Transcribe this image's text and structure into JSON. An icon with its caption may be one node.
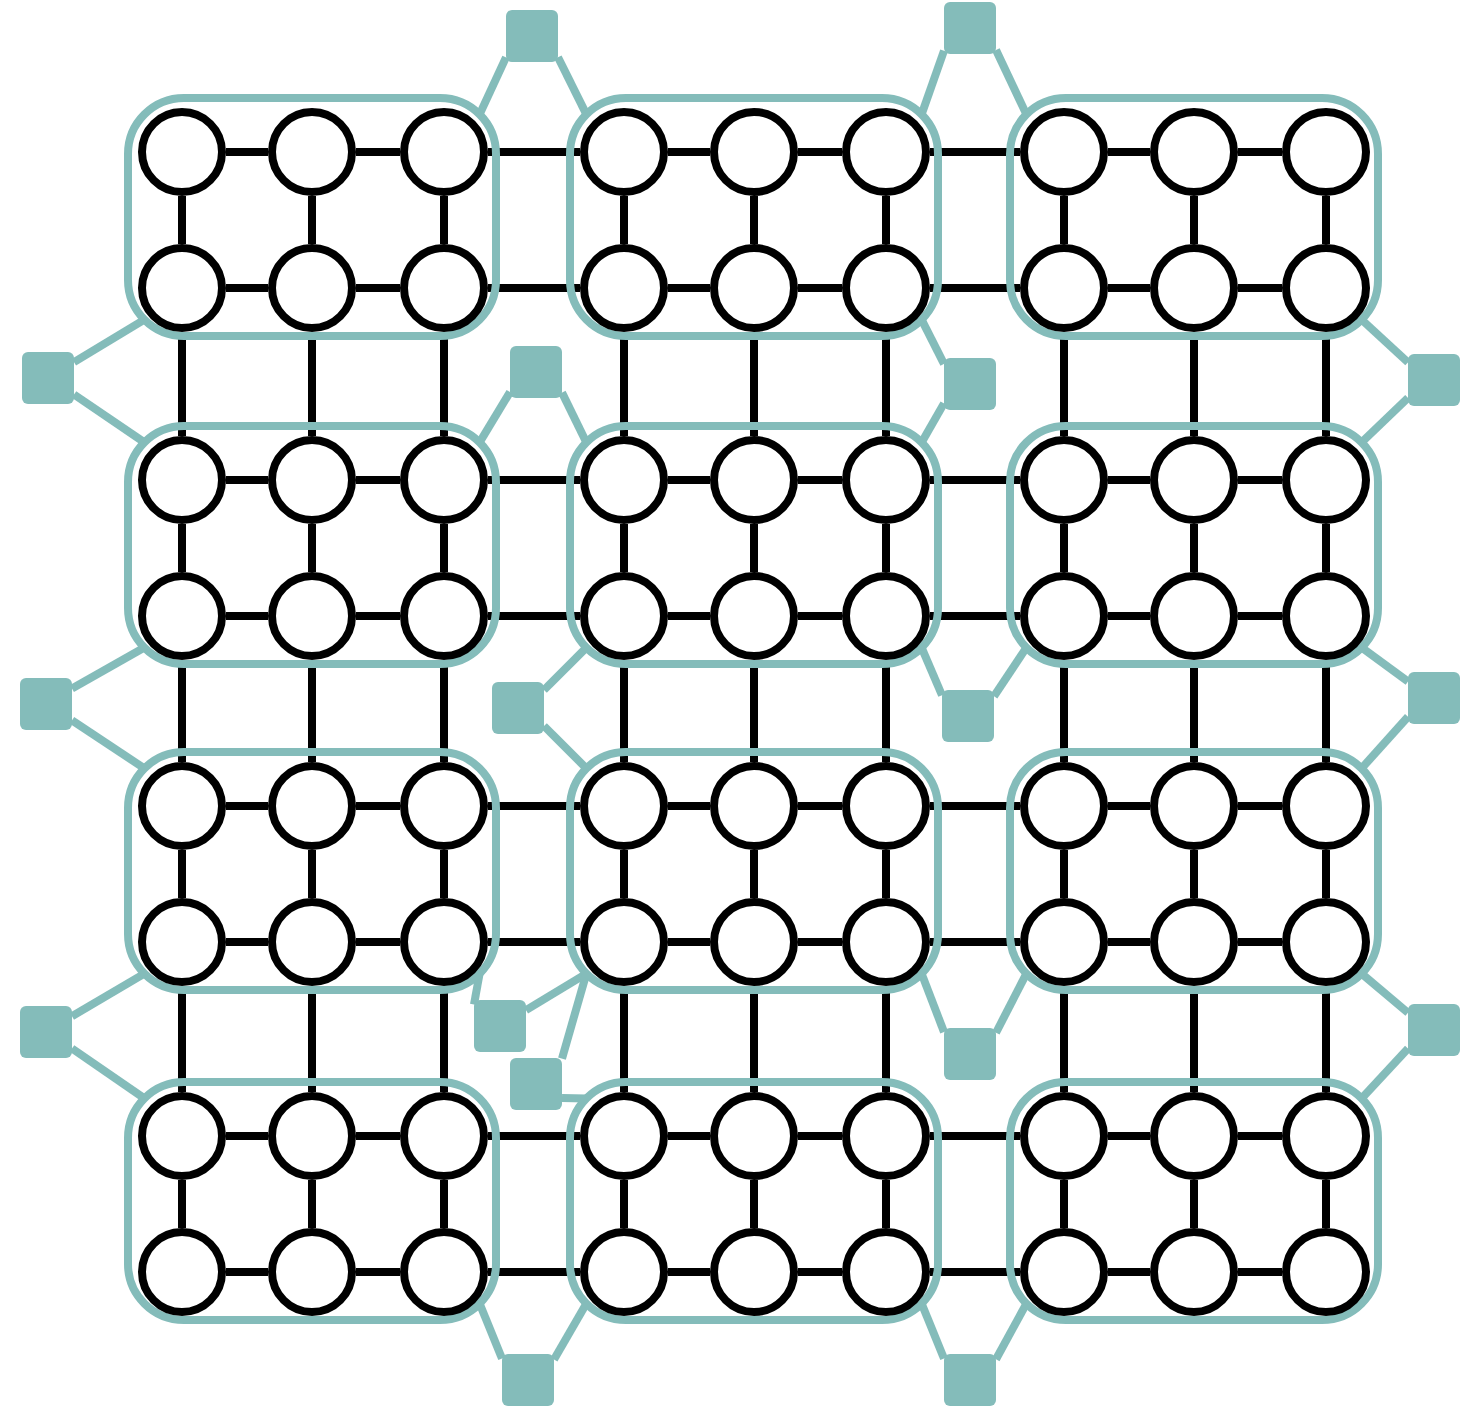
{
  "diagram": {
    "nodes": [
      {
        "text": [],
        "shape": "box"
      },
      {
        "text": [],
        "shape": "box"
      },
      {
        "text": [],
        "shape": "box"
      },
      {
        "text": [],
        "shape": "box"
      },
      {
        "text": [],
        "shape": "box"
      },
      {
        "text": [],
        "shape": "box"
      },
      {
        "text": [],
        "shape": "box"
      },
      {
        "text": [],
        "shape": "box"
      },
      {
        "text": [],
        "shape": "box"
      },
      {
        "text": [],
        "shape": "box"
      },
      {
        "text": [],
        "shape": "box"
      },
      {
        "text": [],
        "shape": "box"
      },
      {
        "text": [],
        "shape": "circle",
        "in": 0
      },
      {
        "text": [],
        "shape": "circle",
        "in": 0
      },
      {
        "text": [],
        "shape": "circle",
        "in": 0
      },
      {
        "text": [],
        "shape": "circle",
        "in": 0
      },
      {
        "text": [],
        "shape": "circle",
        "in": 0
      },
      {
        "text": [],
        "shape": "circle",
        "in": 0
      },
      {
        "text": [],
        "shape": "circle",
        "in": 1
      },
      {
        "text": [],
        "shape": "circle",
        "in": 1
      },
      {
        "text": [],
        "shape": "circle",
        "in": 1
      },
      {
        "text": [],
        "shape": "circle",
        "in": 1
      },
      {
        "text": [],
        "shape": "circle",
        "in": 1
      },
      {
        "text": [],
        "shape": "circle",
        "in": 1
      },
      {
        "text": [],
        "shape": "circle",
        "in": 2
      },
      {
        "text": [],
        "shape": "circle",
        "in": 2
      },
      {
        "text": [],
        "shape": "circle",
        "in": 2
      },
      {
        "text": [],
        "shape": "circle",
        "in": 2
      },
      {
        "text": [],
        "shape": "circle",
        "in": 2
      },
      {
        "text": [],
        "shape": "circle",
        "in": 2
      },
      {
        "text": [],
        "shape": "circle",
        "in": 3
      },
      {
        "text": [],
        "shape": "circle",
        "in": 3
      },
      {
        "text": [],
        "shape": "circle",
        "in": 3
      },
      {
        "text": [],
        "shape": "circle",
        "in": 3
      },
      {
        "text": [],
        "shape": "circle",
        "in": 3
      },
      {
        "text": [],
        "shape": "circle",
        "in": 3
      },
      {
        "text": [],
        "shape": "circle",
        "in": 4
      },
      {
        "text": [],
        "shape": "circle",
        "in": 4
      },
      {
        "text": [],
        "shape": "circle",
        "in": 4
      },
      {
        "text": [],
        "shape": "circle",
        "in": 4
      },
      {
        "text": [],
        "shape": "circle",
        "in": 4
      },
      {
        "text": [],
        "shape": "circle",
        "in": 4
      },
      {
        "text": [],
        "shape": "circle",
        "in": 5
      },
      {
        "text": [],
        "shape": "circle",
        "in": 5
      },
      {
        "text": [],
        "shape": "circle",
        "in": 5
      },
      {
        "text": [],
        "shape": "circle",
        "in": 5
      },
      {
        "text": [],
        "shape": "circle",
        "in": 5
      },
      {
        "text": [],
        "shape": "circle",
        "in": 5
      },
      {
        "text": [],
        "shape": "circle",
        "in": 6
      },
      {
        "text": [],
        "shape": "circle",
        "in": 6
      },
      {
        "text": [],
        "shape": "circle",
        "in": 6
      },
      {
        "text": [],
        "shape": "circle",
        "in": 6
      },
      {
        "text": [],
        "shape": "circle",
        "in": 6
      },
      {
        "text": [],
        "shape": "circle",
        "in": 6
      },
      {
        "text": [],
        "shape": "circle",
        "in": 7
      },
      {
        "text": [],
        "shape": "circle",
        "in": 7
      },
      {
        "text": [],
        "shape": "circle",
        "in": 7
      },
      {
        "text": [],
        "shape": "circle",
        "in": 7
      },
      {
        "text": [],
        "shape": "circle",
        "in": 7
      },
      {
        "text": [],
        "shape": "circle",
        "in": 7
      },
      {
        "text": [],
        "shape": "circle",
        "in": 8
      },
      {
        "text": [],
        "shape": "circle",
        "in": 8
      },
      {
        "text": [],
        "shape": "circle",
        "in": 8
      },
      {
        "text": [],
        "shape": "circle",
        "in": 8
      },
      {
        "text": [],
        "shape": "circle",
        "in": 8
      },
      {
        "text": [],
        "shape": "circle",
        "in": 8
      },
      {
        "text": [],
        "shape": "circle",
        "in": 9
      },
      {
        "text": [],
        "shape": "circle",
        "in": 9
      },
      {
        "text": [],
        "shape": "circle",
        "in": 9
      },
      {
        "text": [],
        "shape": "circle",
        "in": 9
      },
      {
        "text": [],
        "shape": "circle",
        "in": 9
      },
      {
        "text": [],
        "shape": "circle",
        "in": 9
      },
      {
        "text": [],
        "shape": "circle",
        "in": 10
      },
      {
        "text": [],
        "shape": "circle",
        "in": 10
      },
      {
        "text": [],
        "shape": "circle",
        "in": 10
      },
      {
        "text": [],
        "shape": "circle",
        "in": 10
      },
      {
        "text": [],
        "shape": "circle",
        "in": 10
      },
      {
        "text": [],
        "shape": "circle",
        "in": 10
      },
      {
        "text": [],
        "shape": "circle",
        "in": 11
      },
      {
        "text": [],
        "shape": "circle",
        "in": 11
      },
      {
        "text": [],
        "shape": "circle",
        "in": 11
      },
      {
        "text": [],
        "shape": "circle",
        "in": 11
      },
      {
        "text": [],
        "shape": "circle",
        "in": 11
      },
      {
        "text": [],
        "shape": "circle",
        "in": 11
      },
      {
        "text": [],
        "shape": "square"
      },
      {
        "text": [],
        "shape": "square"
      },
      {
        "text": [],
        "shape": "square"
      },
      {
        "text": [],
        "shape": "square"
      },
      {
        "text": [],
        "shape": "square"
      },
      {
        "text": [],
        "shape": "square"
      },
      {
        "text": [],
        "shape": "square"
      },
      {
        "text": [],
        "shape": "square"
      },
      {
        "text": [],
        "shape": "square"
      },
      {
        "text": [],
        "shape": "square"
      },
      {
        "text": [],
        "shape": "square"
      },
      {
        "text": [],
        "shape": "square"
      },
      {
        "text": [],
        "shape": "square"
      },
      {
        "text": [],
        "shape": "square"
      },
      {
        "text": [],
        "shape": "square"
      },
      {
        "text": [],
        "shape": "square"
      },
      {
        "text": [],
        "shape": "square"
      }
    ],
    "edges": [
      {
        "from": 12,
        "to": 13,
        "arrow": "none"
      },
      {
        "from": 13,
        "to": 14,
        "arrow": "none"
      },
      {
        "from": 14,
        "to": 18,
        "arrow": "none"
      },
      {
        "from": 18,
        "to": 19,
        "arrow": "none"
      },
      {
        "from": 19,
        "to": 20,
        "arrow": "none"
      },
      {
        "from": 20,
        "to": 24,
        "arrow": "none"
      },
      {
        "from": 24,
        "to": 25,
        "arrow": "none"
      },
      {
        "from": 25,
        "to": 26,
        "arrow": "none"
      },
      {
        "from": 15,
        "to": 16,
        "arrow": "none"
      },
      {
        "from": 16,
        "to": 17,
        "arrow": "none"
      },
      {
        "from": 17,
        "to": 21,
        "arrow": "none"
      },
      {
        "from": 21,
        "to": 22,
        "arrow": "none"
      },
      {
        "from": 22,
        "to": 23,
        "arrow": "none"
      },
      {
        "from": 23,
        "to": 27,
        "arrow": "none"
      },
      {
        "from": 27,
        "to": 28,
        "arrow": "none"
      },
      {
        "from": 28,
        "to": 29,
        "arrow": "none"
      },
      {
        "from": 30,
        "to": 31,
        "arrow": "none"
      },
      {
        "from": 31,
        "to": 32,
        "arrow": "none"
      },
      {
        "from": 32,
        "to": 36,
        "arrow": "none"
      },
      {
        "from": 36,
        "to": 37,
        "arrow": "none"
      },
      {
        "from": 37,
        "to": 38,
        "arrow": "none"
      },
      {
        "from": 38,
        "to": 42,
        "arrow": "none"
      },
      {
        "from": 42,
        "to": 43,
        "arrow": "none"
      },
      {
        "from": 43,
        "to": 44,
        "arrow": "none"
      },
      {
        "from": 33,
        "to": 34,
        "arrow": "none"
      },
      {
        "from": 34,
        "to": 35,
        "arrow": "none"
      },
      {
        "from": 35,
        "to": 39,
        "arrow": "none"
      },
      {
        "from": 39,
        "to": 40,
        "arrow": "none"
      },
      {
        "from": 40,
        "to": 41,
        "arrow": "none"
      },
      {
        "from": 41,
        "to": 45,
        "arrow": "none"
      },
      {
        "from": 45,
        "to": 46,
        "arrow": "none"
      },
      {
        "from": 46,
        "to": 47,
        "arrow": "none"
      },
      {
        "from": 48,
        "to": 49,
        "arrow": "none"
      },
      {
        "from": 49,
        "to": 50,
        "arrow": "none"
      },
      {
        "from": 50,
        "to": 54,
        "arrow": "none"
      },
      {
        "from": 54,
        "to": 55,
        "arrow": "none"
      },
      {
        "from": 55,
        "to": 56,
        "arrow": "none"
      },
      {
        "from": 56,
        "to": 60,
        "arrow": "none"
      },
      {
        "from": 60,
        "to": 61,
        "arrow": "none"
      },
      {
        "from": 61,
        "to": 62,
        "arrow": "none"
      },
      {
        "from": 51,
        "to": 52,
        "arrow": "none"
      },
      {
        "from": 52,
        "to": 53,
        "arrow": "none"
      },
      {
        "from": 53,
        "to": 57,
        "arrow": "none"
      },
      {
        "from": 57,
        "to": 58,
        "arrow": "none"
      },
      {
        "from": 58,
        "to": 59,
        "arrow": "none"
      },
      {
        "from": 59,
        "to": 63,
        "arrow": "none"
      },
      {
        "from": 63,
        "to": 64,
        "arrow": "none"
      },
      {
        "from": 64,
        "to": 65,
        "arrow": "none"
      },
      {
        "from": 66,
        "to": 67,
        "arrow": "none"
      },
      {
        "from": 67,
        "to": 68,
        "arrow": "none"
      },
      {
        "from": 68,
        "to": 72,
        "arrow": "none"
      },
      {
        "from": 72,
        "to": 73,
        "arrow": "none"
      },
      {
        "from": 73,
        "to": 74,
        "arrow": "none"
      },
      {
        "from": 74,
        "to": 78,
        "arrow": "none"
      },
      {
        "from": 78,
        "to": 79,
        "arrow": "none"
      },
      {
        "from": 79,
        "to": 80,
        "arrow": "none"
      },
      {
        "from": 69,
        "to": 70,
        "arrow": "none"
      },
      {
        "from": 70,
        "to": 71,
        "arrow": "none"
      },
      {
        "from": 71,
        "to": 75,
        "arrow": "none"
      },
      {
        "from": 75,
        "to": 76,
        "arrow": "none"
      },
      {
        "from": 76,
        "to": 77,
        "arrow": "none"
      },
      {
        "from": 77,
        "to": 81,
        "arrow": "none"
      },
      {
        "from": 81,
        "to": 82,
        "arrow": "none"
      },
      {
        "from": 82,
        "to": 83,
        "arrow": "none"
      },
      {
        "from": 12,
        "to": 15,
        "arrow": "none"
      },
      {
        "from": 13,
        "to": 16,
        "arrow": "none"
      },
      {
        "from": 14,
        "to": 17,
        "arrow": "none"
      },
      {
        "from": 18,
        "to": 21,
        "arrow": "none"
      },
      {
        "from": 19,
        "to": 22,
        "arrow": "none"
      },
      {
        "from": 20,
        "to": 23,
        "arrow": "none"
      },
      {
        "from": 24,
        "to": 27,
        "arrow": "none"
      },
      {
        "from": 25,
        "to": 28,
        "arrow": "none"
      },
      {
        "from": 26,
        "to": 29,
        "arrow": "none"
      },
      {
        "from": 15,
        "to": 30,
        "arrow": "none"
      },
      {
        "from": 16,
        "to": 31,
        "arrow": "none"
      },
      {
        "from": 17,
        "to": 32,
        "arrow": "none"
      },
      {
        "from": 21,
        "to": 36,
        "arrow": "none"
      },
      {
        "from": 22,
        "to": 37,
        "arrow": "none"
      },
      {
        "from": 23,
        "to": 38,
        "arrow": "none"
      },
      {
        "from": 27,
        "to": 42,
        "arrow": "none"
      },
      {
        "from": 28,
        "to": 43,
        "arrow": "none"
      },
      {
        "from": 29,
        "to": 44,
        "arrow": "none"
      },
      {
        "from": 30,
        "to": 33,
        "arrow": "none"
      },
      {
        "from": 31,
        "to": 34,
        "arrow": "none"
      },
      {
        "from": 32,
        "to": 35,
        "arrow": "none"
      },
      {
        "from": 36,
        "to": 39,
        "arrow": "none"
      },
      {
        "from": 37,
        "to": 40,
        "arrow": "none"
      },
      {
        "from": 38,
        "to": 41,
        "arrow": "none"
      },
      {
        "from": 42,
        "to": 45,
        "arrow": "none"
      },
      {
        "from": 43,
        "to": 46,
        "arrow": "none"
      },
      {
        "from": 44,
        "to": 47,
        "arrow": "none"
      },
      {
        "from": 33,
        "to": 48,
        "arrow": "none"
      },
      {
        "from": 34,
        "to": 49,
        "arrow": "none"
      },
      {
        "from": 35,
        "to": 50,
        "arrow": "none"
      },
      {
        "from": 39,
        "to": 54,
        "arrow": "none"
      },
      {
        "from": 40,
        "to": 55,
        "arrow": "none"
      },
      {
        "from": 41,
        "to": 56,
        "arrow": "none"
      },
      {
        "from": 45,
        "to": 60,
        "arrow": "none"
      },
      {
        "from": 46,
        "to": 61,
        "arrow": "none"
      },
      {
        "from": 47,
        "to": 62,
        "arrow": "none"
      },
      {
        "from": 48,
        "to": 51,
        "arrow": "none"
      },
      {
        "from": 49,
        "to": 52,
        "arrow": "none"
      },
      {
        "from": 50,
        "to": 53,
        "arrow": "none"
      },
      {
        "from": 54,
        "to": 57,
        "arrow": "none"
      },
      {
        "from": 55,
        "to": 58,
        "arrow": "none"
      },
      {
        "from": 56,
        "to": 59,
        "arrow": "none"
      },
      {
        "from": 60,
        "to": 63,
        "arrow": "none"
      },
      {
        "from": 61,
        "to": 64,
        "arrow": "none"
      },
      {
        "from": 62,
        "to": 65,
        "arrow": "none"
      },
      {
        "from": 51,
        "to": 66,
        "arrow": "none"
      },
      {
        "from": 52,
        "to": 67,
        "arrow": "none"
      },
      {
        "from": 53,
        "to": 68,
        "arrow": "none"
      },
      {
        "from": 57,
        "to": 72,
        "arrow": "none"
      },
      {
        "from": 58,
        "to": 73,
        "arrow": "none"
      },
      {
        "from": 59,
        "to": 74,
        "arrow": "none"
      },
      {
        "from": 63,
        "to": 78,
        "arrow": "none"
      },
      {
        "from": 64,
        "to": 79,
        "arrow": "none"
      },
      {
        "from": 65,
        "to": 80,
        "arrow": "none"
      },
      {
        "from": 66,
        "to": 69,
        "arrow": "none"
      },
      {
        "from": 67,
        "to": 70,
        "arrow": "none"
      },
      {
        "from": 68,
        "to": 71,
        "arrow": "none"
      },
      {
        "from": 72,
        "to": 75,
        "arrow": "none"
      },
      {
        "from": 73,
        "to": 76,
        "arrow": "none"
      },
      {
        "from": 74,
        "to": 77,
        "arrow": "none"
      },
      {
        "from": 78,
        "to": 81,
        "arrow": "none"
      },
      {
        "from": 79,
        "to": 82,
        "arrow": "none"
      },
      {
        "from": 80,
        "to": 83,
        "arrow": "none"
      },
      {
        "from": 84,
        "to": 0,
        "arrow": "none",
        "color": "#84bcba"
      },
      {
        "from": 84,
        "to": 1,
        "arrow": "none",
        "color": "#84bcba"
      },
      {
        "from": 85,
        "to": 1,
        "arrow": "none",
        "color": "#84bcba"
      },
      {
        "from": 85,
        "to": 2,
        "arrow": "none",
        "color": "#84bcba"
      },
      {
        "from": 86,
        "to": 0,
        "arrow": "none",
        "color": "#84bcba"
      },
      {
        "from": 86,
        "to": 3,
        "arrow": "none",
        "color": "#84bcba"
      },
      {
        "from": 87,
        "to": 3,
        "arrow": "none",
        "color": "#84bcba"
      },
      {
        "from": 87,
        "to": 4,
        "arrow": "none",
        "color": "#84bcba"
      },
      {
        "from": 88,
        "to": 1,
        "arrow": "none",
        "color": "#84bcba"
      },
      {
        "from": 88,
        "to": 4,
        "arrow": "none",
        "color": "#84bcba"
      },
      {
        "from": 89,
        "to": 2,
        "arrow": "none",
        "color": "#84bcba"
      },
      {
        "from": 89,
        "to": 5,
        "arrow": "none",
        "color": "#84bcba"
      },
      {
        "from": 90,
        "to": 3,
        "arrow": "none",
        "color": "#84bcba"
      },
      {
        "from": 90,
        "to": 6,
        "arrow": "none",
        "color": "#84bcba"
      },
      {
        "from": 91,
        "to": 4,
        "arrow": "none",
        "color": "#84bcba"
      },
      {
        "from": 91,
        "to": 7,
        "arrow": "none",
        "color": "#84bcba"
      },
      {
        "from": 92,
        "to": 4,
        "arrow": "none",
        "color": "#84bcba"
      },
      {
        "from": 92,
        "to": 5,
        "arrow": "none",
        "color": "#84bcba"
      },
      {
        "from": 93,
        "to": 5,
        "arrow": "none",
        "color": "#84bcba"
      },
      {
        "from": 93,
        "to": 8,
        "arrow": "none",
        "color": "#84bcba"
      },
      {
        "from": 94,
        "to": 6,
        "arrow": "none",
        "color": "#84bcba"
      },
      {
        "from": 94,
        "to": 7,
        "arrow": "none",
        "color": "#84bcba"
      },
      {
        "from": 95,
        "to": 7,
        "arrow": "none",
        "color": "#84bcba"
      },
      {
        "from": 95,
        "to": 10,
        "arrow": "none",
        "color": "#84bcba"
      },
      {
        "from": 96,
        "to": 6,
        "arrow": "none",
        "color": "#84bcba"
      },
      {
        "from": 96,
        "to": 9,
        "arrow": "none",
        "color": "#84bcba"
      },
      {
        "from": 97,
        "to": 7,
        "arrow": "none",
        "color": "#84bcba"
      },
      {
        "from": 97,
        "to": 8,
        "arrow": "none",
        "color": "#84bcba"
      },
      {
        "from": 98,
        "to": 8,
        "arrow": "none",
        "color": "#84bcba"
      },
      {
        "from": 98,
        "to": 11,
        "arrow": "none",
        "color": "#84bcba"
      },
      {
        "from": 99,
        "to": 9,
        "arrow": "none",
        "color": "#84bcba"
      },
      {
        "from": 99,
        "to": 10,
        "arrow": "none",
        "color": "#84bcba"
      },
      {
        "from": 100,
        "to": 10,
        "arrow": "none",
        "color": "#84bcba"
      },
      {
        "from": 100,
        "to": 11,
        "arrow": "none",
        "color": "#84bcba"
      }
    ]
  }
}
